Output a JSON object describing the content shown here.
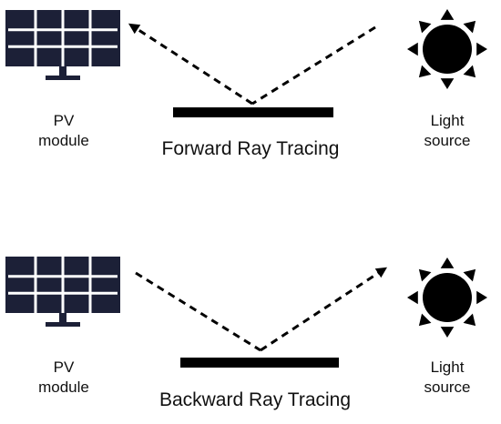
{
  "colors": {
    "panel": "#1c2037",
    "ink": "#000000",
    "background": "#ffffff"
  },
  "icons": {
    "panel": "solar-panel-icon",
    "sun": "sun-icon"
  },
  "panels": [
    {
      "id": "forward",
      "title": "Forward Ray Tracing",
      "left_label": [
        "PV",
        "module"
      ],
      "right_label": [
        "Light",
        "source"
      ],
      "ray_direction": "from light source to PV module"
    },
    {
      "id": "backward",
      "title": "Backward Ray Tracing",
      "left_label": [
        "PV",
        "module"
      ],
      "right_label": [
        "Light",
        "source"
      ],
      "ray_direction": "from PV module to light source"
    }
  ]
}
